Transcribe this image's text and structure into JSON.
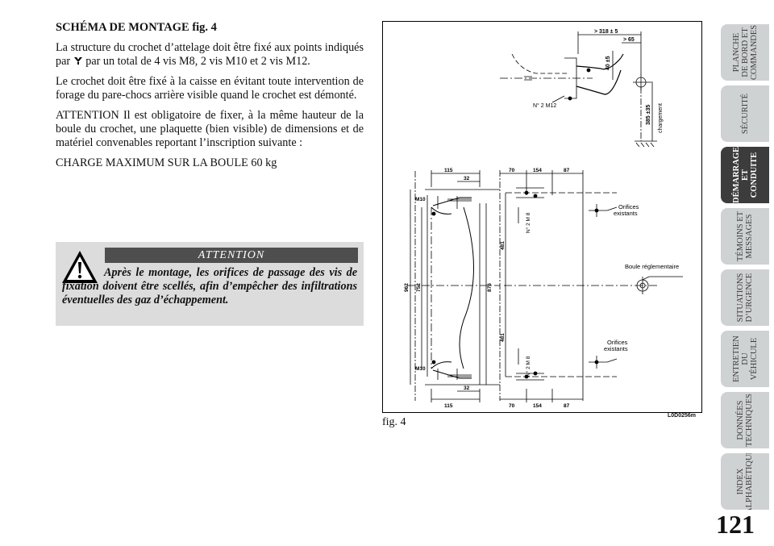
{
  "section": {
    "heading": "SCHÉMA DE MONTAGE fig. 4",
    "para1_a": "La structure du crochet d’attelage doit être fixé aux points indiqués par",
    "para1_b": "par un total de 4 vis M8, 2 vis M10 et 2 vis M12.",
    "para2": "Le crochet doit être fixé à la caisse en évitant toute intervention de forage du pare-chocs arrière visible quand le crochet est démonté.",
    "para3": "ATTENTION Il est obligatoire de fixer, à la même hauteur de la boule du crochet, une plaquette (bien visible) de dimensions et de matériel convenables reportant l’inscription suivante :",
    "para4": "CHARGE MAXIMUM SUR LA BOULE 60 kg"
  },
  "warning": {
    "title": "ATTENTION",
    "text": "Après le montage, les orifices de passage des vis de fixation doivent être scellés, afin d’empêcher des infiltrations éventuelles des gaz d’échappement."
  },
  "figure": {
    "caption": "fig. 4",
    "code": "L0D0256m",
    "labels": {
      "dim_318": "> 318 ± 5",
      "dim_65": "> 65",
      "dim_40": "40 ±5",
      "dim_385": "385 ±35",
      "chargement": "chargement",
      "n2m12": "N° 2 M12",
      "d115_top": "115",
      "d32_top": "32",
      "m10_top": "M10",
      "d962": "962",
      "d752": "752",
      "d876": "876",
      "m10_bot": "M10",
      "d32_bot": "32",
      "d115_bot": "115",
      "d70_top": "70",
      "d154_top": "154",
      "d87_top": "87",
      "n2m8_top": "N° 2 M 8",
      "d481_top": "481",
      "d481_bot": "481",
      "n2m8_bot": "N° 2 M 8",
      "d70_bot": "70",
      "d154_bot": "154",
      "d87_bot": "87",
      "orifices1_a": "Orifices",
      "orifices1_b": "existants",
      "boule": "Boule réglementaire",
      "orifices2_a": "Orifices",
      "orifices2_b": "existants"
    }
  },
  "sidebar": {
    "tabs": [
      {
        "l1": "PLANCHE",
        "l2": "DE BORD ET",
        "l3": "COMMANDES"
      },
      {
        "l1": "SÉCURITÉ",
        "l2": "",
        "l3": ""
      },
      {
        "l1": "DÉMARRAGE",
        "l2": "ET CONDUITE",
        "l3": ""
      },
      {
        "l1": "TÉMOINS ET",
        "l2": "MESSAGES",
        "l3": ""
      },
      {
        "l1": "SITUATIONS",
        "l2": "D’URGENCE",
        "l3": ""
      },
      {
        "l1": "ENTRETIEN",
        "l2": "DU VÉHICULE",
        "l3": ""
      },
      {
        "l1": "DONNÉES",
        "l2": "TECHNIQUES",
        "l3": ""
      },
      {
        "l1": "INDEX",
        "l2": "ALPHABÉTIQUE",
        "l3": ""
      }
    ]
  },
  "page_number": "121"
}
